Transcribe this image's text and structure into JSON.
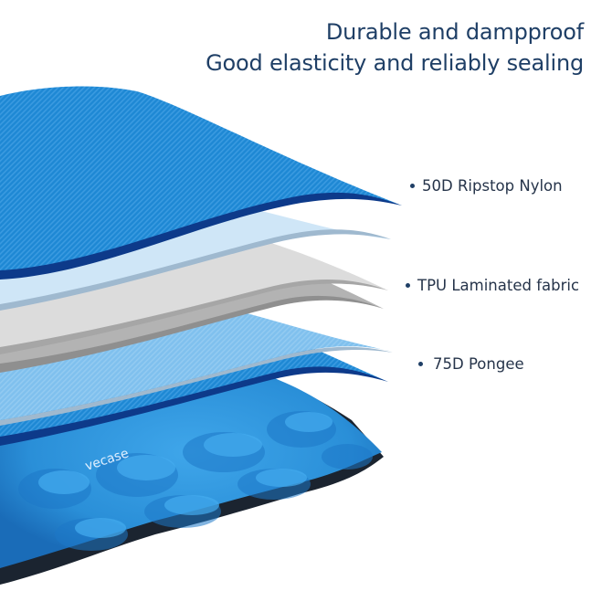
{
  "headline": {
    "line1": "Durable and dampproof",
    "line2": "Good elasticity and reliably sealing"
  },
  "layers": [
    {
      "label": "50D Ripstop Nylon",
      "icon": "bullet-dot"
    },
    {
      "label": "TPU Laminated fabric",
      "icon": "bullet-dot"
    },
    {
      "label": "75D Pongee",
      "icon": "bullet-dot"
    }
  ],
  "colors": {
    "headline_text": "#1f3f66",
    "label_text": "#26344a",
    "nylon_blue": "#1f8ad6",
    "nylon_edge": "#0d3a8a",
    "film_light_blue": "#cfe6f7",
    "tpu_gray_light": "#dcdcdc",
    "tpu_gray_dark": "#a9a9a9",
    "pongee_blue": "#6fb8ec",
    "pad_blue": "#2a95e0",
    "pad_base": "#1b2430"
  },
  "product": {
    "logo_text": "vecase"
  }
}
